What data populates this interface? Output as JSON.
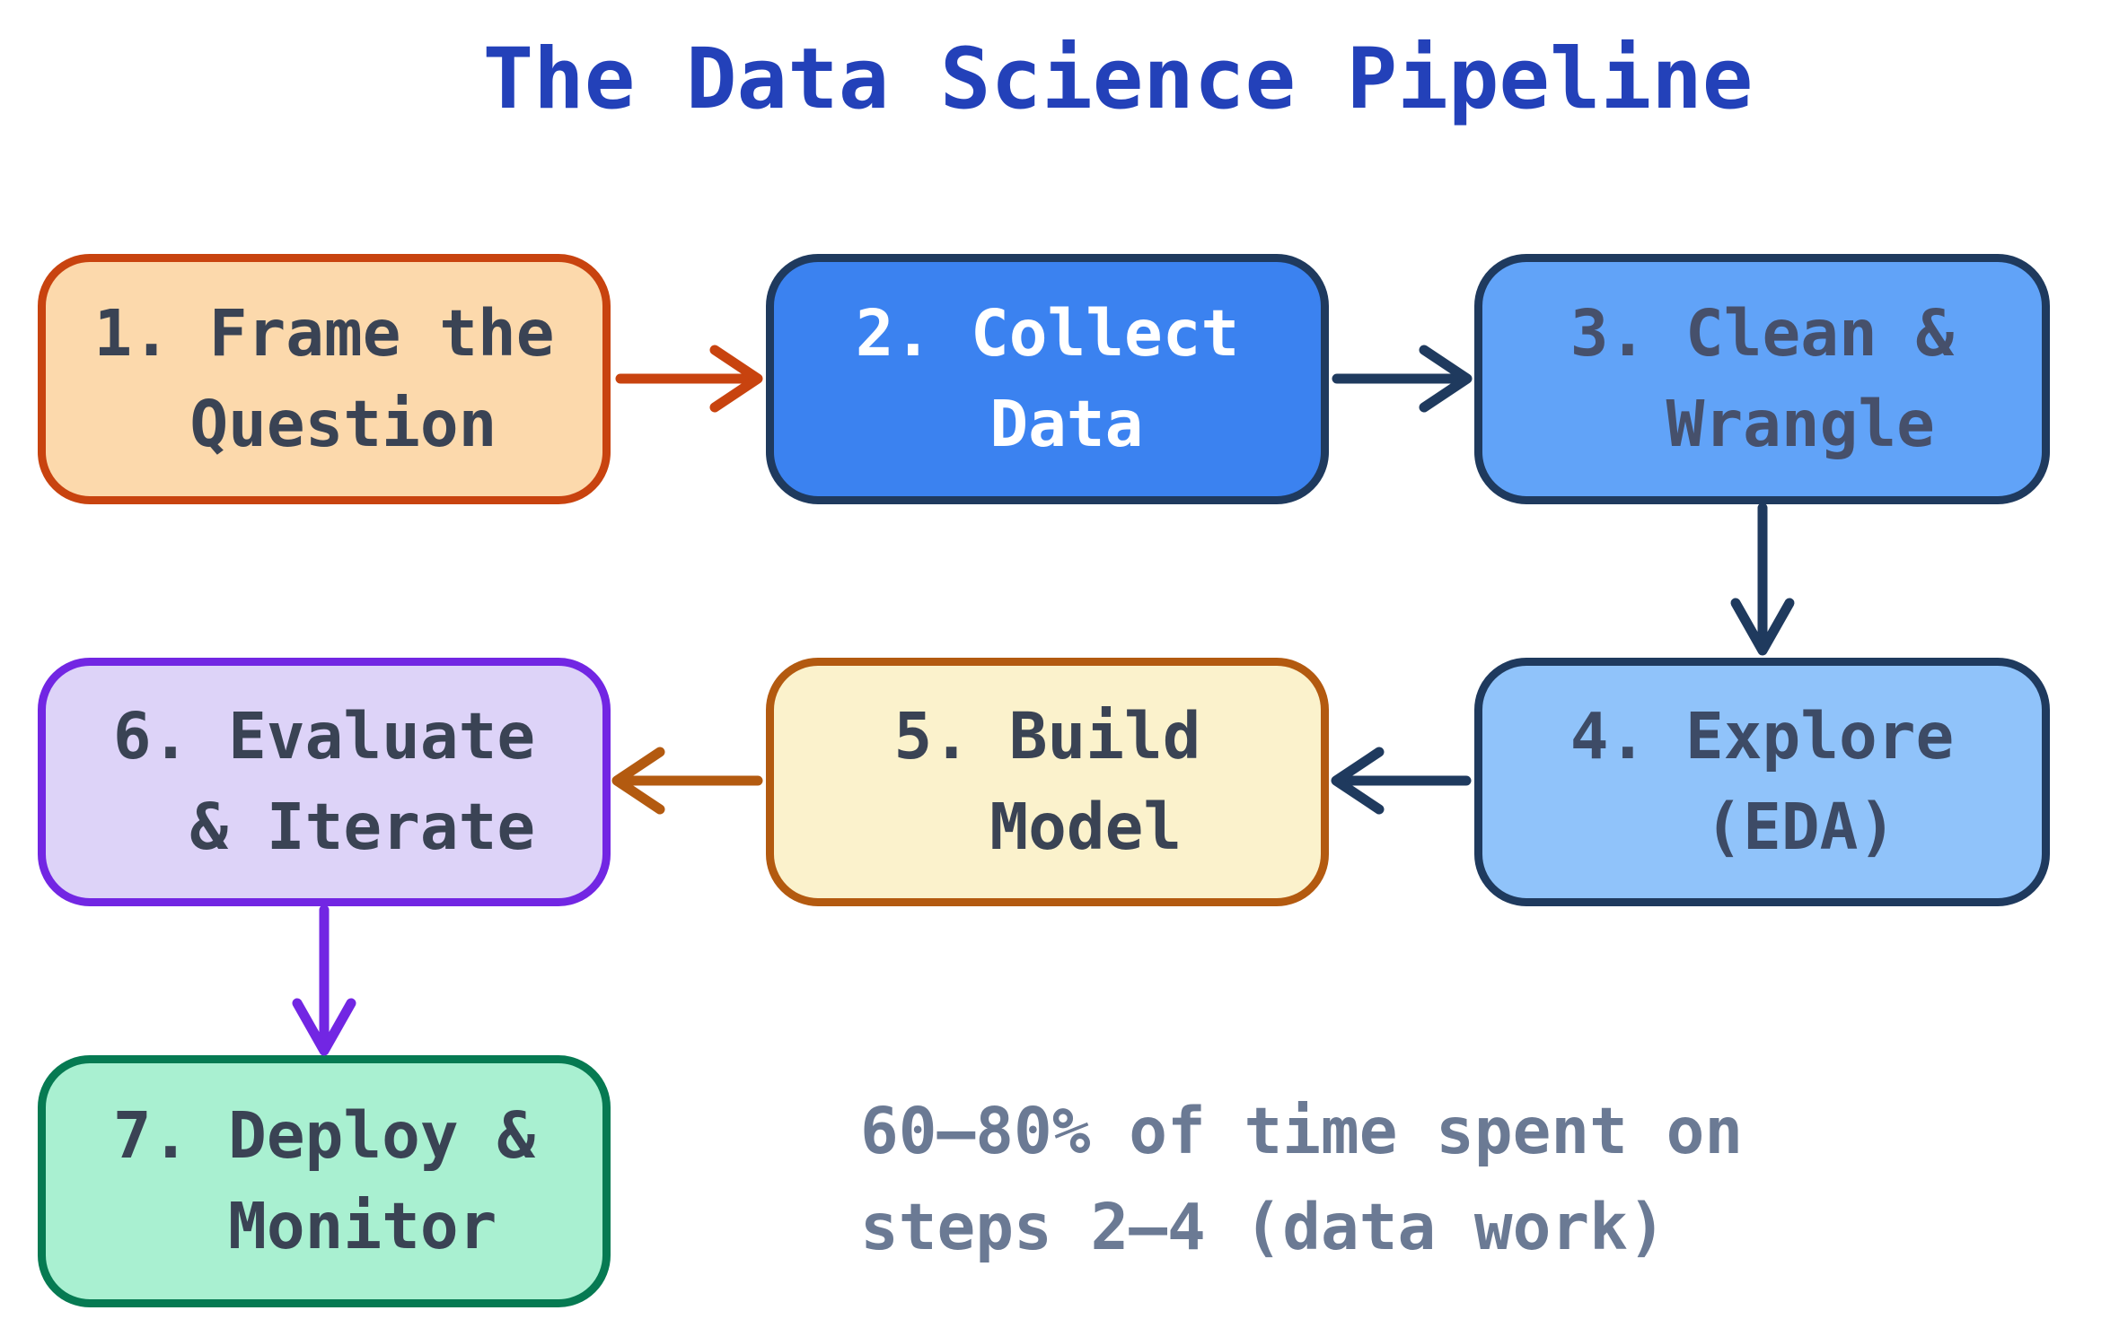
{
  "title": {
    "text": "The Data Science Pipeline",
    "color": "#2341b9"
  },
  "boxes": [
    {
      "id": "frame-question",
      "label": "1. Frame the\n Question",
      "fill": "#fcd9ac",
      "border": "#c8430f",
      "text_color": "#3a4354"
    },
    {
      "id": "collect-data",
      "label": "2. Collect\n Data",
      "fill": "#3b82f0",
      "border": "#1f3a5e",
      "text_color": "#ffffff"
    },
    {
      "id": "clean-wrangle",
      "label": "3. Clean &\n  Wrangle",
      "fill": "#61a3f8",
      "border": "#1f3a5e",
      "text_color": "#46506b"
    },
    {
      "id": "explore-eda",
      "label": "4. Explore\n  (EDA)",
      "fill": "#90c3fa",
      "border": "#1f3a5e",
      "text_color": "#3d4b66"
    },
    {
      "id": "build-model",
      "label": "5. Build\n  Model",
      "fill": "#fbf2cc",
      "border": "#b35a10",
      "text_color": "#3a4354"
    },
    {
      "id": "evaluate-iterate",
      "label": "6. Evaluate\n  & Iterate",
      "fill": "#ddd3f8",
      "border": "#7226e3",
      "text_color": "#3a4354"
    },
    {
      "id": "deploy-monitor",
      "label": "7. Deploy &\n  Monitor",
      "fill": "#a9f0d1",
      "border": "#067a52",
      "text_color": "#3a4354"
    }
  ],
  "arrows": [
    {
      "from": "frame-question",
      "to": "collect-data",
      "color": "#c8430f"
    },
    {
      "from": "collect-data",
      "to": "clean-wrangle",
      "color": "#1f3a5e"
    },
    {
      "from": "clean-wrangle",
      "to": "explore-eda",
      "color": "#1f3a5e"
    },
    {
      "from": "explore-eda",
      "to": "build-model",
      "color": "#1f3a5e"
    },
    {
      "from": "build-model",
      "to": "evaluate-iterate",
      "color": "#b35a10"
    },
    {
      "from": "evaluate-iterate",
      "to": "deploy-monitor",
      "color": "#7226e3"
    }
  ],
  "annotation": {
    "text": "60–80% of time spent on\nsteps 2–4 (data work)",
    "color": "#6b7a94"
  }
}
